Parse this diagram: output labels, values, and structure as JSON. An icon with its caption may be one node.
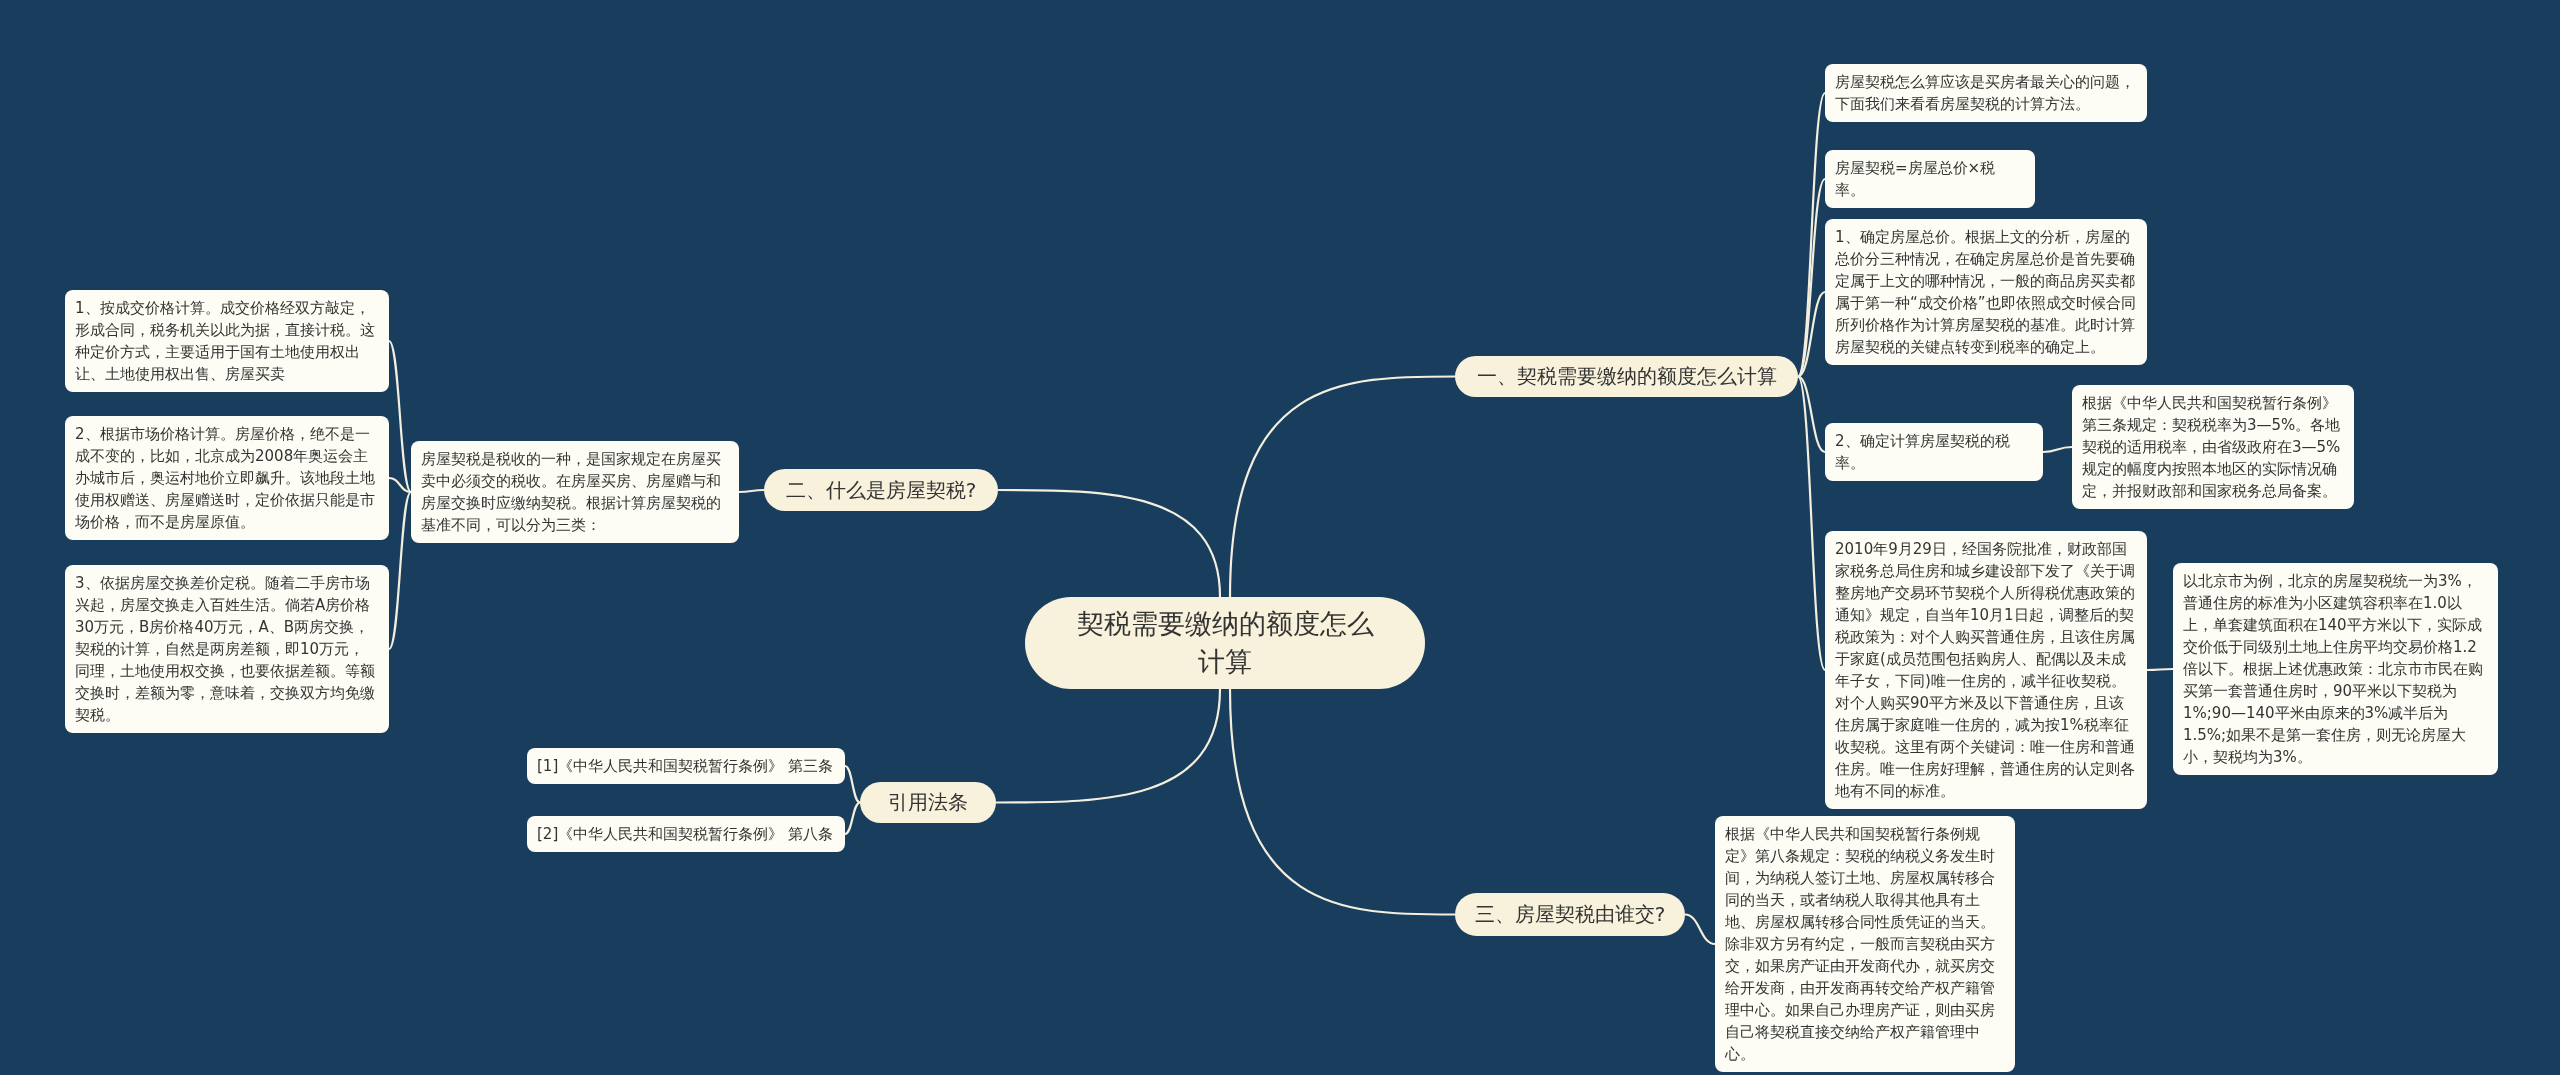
{
  "diagram": {
    "nodes": [
      {
        "text": [
          "契税需要缴纳的额度怎么计算"
        ]
      },
      {
        "text": [
          "一、契税需要缴纳的额度怎么计算"
        ]
      },
      {
        "text": [
          "房屋契税怎么算应该是买房者最关心的问题，下面我们来看看房屋契税的计算方法。"
        ]
      },
      {
        "text": [
          "房屋契税=房屋总价×税率。"
        ]
      },
      {
        "text": [
          "1、确定房屋总价。根据上文的分析，房屋的总价分三种情况，在确定房屋总价是首先要确定属于上文的哪种情况，一般的商品房买卖都属于第一种“成交价格”也即依照成交时候合同所列价格作为计算房屋契税的基准。此时计算房屋契税的关键点转变到税率的确定上。"
        ]
      },
      {
        "text": [
          "2、确定计算房屋契税的税率。"
        ]
      },
      {
        "text": [
          "根据《中华人民共和国契税暂行条例》第三条规定：契税税率为3—5%。各地契税的适用税率，由省级政府在3—5%规定的幅度内按照本地区的实际情况确定，并报财政部和国家税务总局备案。"
        ]
      },
      {
        "text": [
          "2010年9月29日，经国务院批准，财政部国家税务总局住房和城乡建设部下发了《关于调整房地产交易环节契税个人所得税优惠政策的通知》规定，自当年10月1日起，调整后的契税政策为：对个人购买普通住房，且该住房属于家庭(成员范围包括购房人、配偶以及未成年子女，下同)唯一住房的，减半征收契税。对个人购买90平方米及以下普通住房，且该住房属于家庭唯一住房的，减为按1%税率征收契税。这里有两个关键词：唯一住房和普通住房。唯一住房好理解，普通住房的认定则各地有不同的标准。"
        ]
      },
      {
        "text": [
          "以北京市为例，北京的房屋契税统一为3%，普通住房的标准为小区建筑容积率在1.0以上，单套建筑面积在140平方米以下，实际成交价低于同级别土地上住房平均交易价格1.2倍以下。根据上述优惠政策：北京市市民在购买第一套普通住房时，90平米以下契税为1%;90—140平米由原来的3%减半后为1.5%;如果不是第一套住房，则无论房屋大小，契税均为3%。"
        ]
      },
      {
        "text": [
          "二、什么是房屋契税?"
        ]
      },
      {
        "text": [
          "房屋契税是税收的一种，是国家规定在房屋买卖中必须交的税收。在房屋买房、房屋赠与和房屋交换时应缴纳契税。根据计算房屋契税的基准不同，可以分为三类："
        ]
      },
      {
        "text": [
          "1、按成交价格计算。成交价格经双方敲定，形成合同，税务机关以此为据，直接计税。这种定价方式，主要适用于国有土地使用权出让、土地使用权出售、房屋买卖"
        ]
      },
      {
        "text": [
          "2、根据市场价格计算。房屋价格，绝不是一成不变的，比如，北京成为2008年奥运会主办城市后，奥运村地价立即飙升。该地段土地使用权赠送、房屋赠送时，定价依据只能是市场价格，而不是房屋原值。"
        ]
      },
      {
        "text": [
          "3、依据房屋交换差价定税。随着二手房市场兴起，房屋交换走入百姓生活。倘若A房价格30万元，B房价格40万元，A、B两房交换，契税的计算，自然是两房差额，即10万元，同理，土地使用权交换，也要依据差额。等额交换时，差额为零，意味着，交换双方均免缴契税。"
        ]
      },
      {
        "text": [
          "引用法条"
        ]
      },
      {
        "text": [
          "[1]《中华人民共和国契税暂行条例》 第三条"
        ]
      },
      {
        "text": [
          "[2]《中华人民共和国契税暂行条例》 第八条"
        ]
      },
      {
        "text": [
          "三、房屋契税由谁交?"
        ]
      },
      {
        "text": [
          "根据《中华人民共和国契税暂行条例规定》第八条规定：契税的纳税义务发生时间，为纳税人签订土地、房屋权属转移合同的当天，或者纳税人取得其他具有土地、房屋权属转移合同性质凭证的当天。除非双方另有约定，一般而言契税由买方交，如果房产证由开发商代办，就买房交给开发商，由开发商再转交给产权产籍管理中心。如果自己办理房产证，则由买房自己将契税直接交纳给产权产籍管理中心。"
        ]
      }
    ],
    "edges": [
      {
        "from": 0,
        "to": 1,
        "arrow": "none"
      },
      {
        "from": 1,
        "to": 2,
        "arrow": "none"
      },
      {
        "from": 1,
        "to": 3,
        "arrow": "none"
      },
      {
        "from": 1,
        "to": 4,
        "arrow": "none"
      },
      {
        "from": 1,
        "to": 5,
        "arrow": "none"
      },
      {
        "from": 5,
        "to": 6,
        "arrow": "none"
      },
      {
        "from": 1,
        "to": 7,
        "arrow": "none"
      },
      {
        "from": 7,
        "to": 8,
        "arrow": "none"
      },
      {
        "from": 0,
        "to": 9,
        "arrow": "none"
      },
      {
        "from": 9,
        "to": 10,
        "arrow": "none"
      },
      {
        "from": 10,
        "to": 11,
        "arrow": "none"
      },
      {
        "from": 10,
        "to": 12,
        "arrow": "none"
      },
      {
        "from": 10,
        "to": 13,
        "arrow": "none"
      },
      {
        "from": 0,
        "to": 14,
        "arrow": "none"
      },
      {
        "from": 14,
        "to": 15,
        "arrow": "none"
      },
      {
        "from": 14,
        "to": 16,
        "arrow": "none"
      },
      {
        "from": 0,
        "to": 17,
        "arrow": "none"
      },
      {
        "from": 17,
        "to": 18,
        "arrow": "none"
      }
    ]
  }
}
